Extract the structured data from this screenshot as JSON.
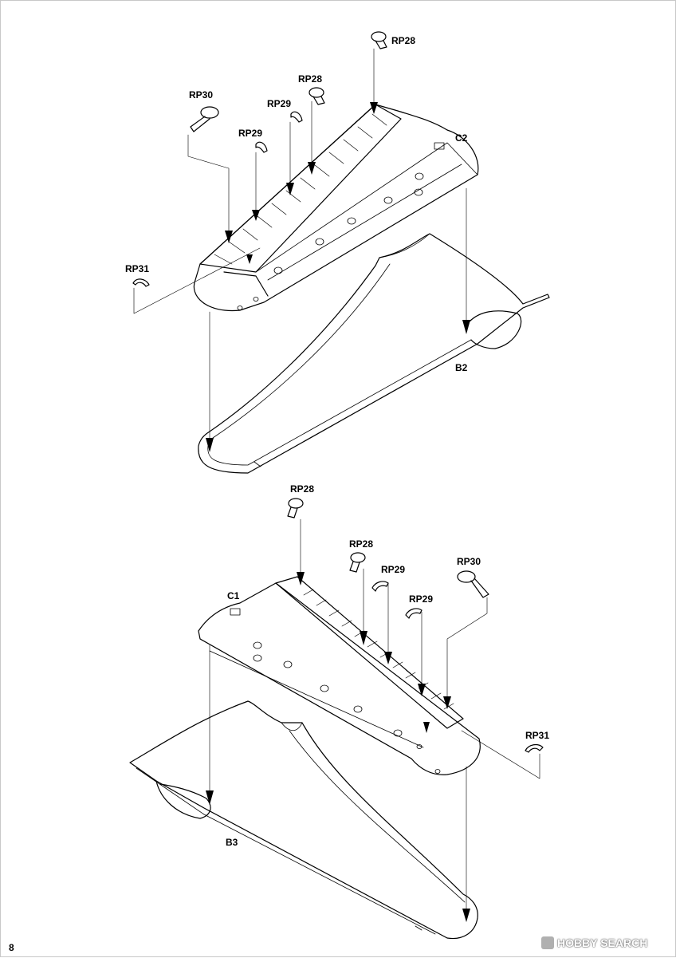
{
  "page_number": "8",
  "watermark": {
    "text": "HOBBY SEARCH",
    "icon": "hobby-search-logo"
  },
  "assembly_top": {
    "wing_upper": "C2",
    "wing_lower": "B2",
    "parts": [
      "RP28",
      "RP28",
      "RP29",
      "RP29",
      "RP30",
      "RP31"
    ]
  },
  "assembly_bottom": {
    "wing_upper": "C1",
    "wing_lower": "B3",
    "parts": [
      "RP28",
      "RP28",
      "RP29",
      "RP29",
      "RP30",
      "RP31"
    ]
  }
}
